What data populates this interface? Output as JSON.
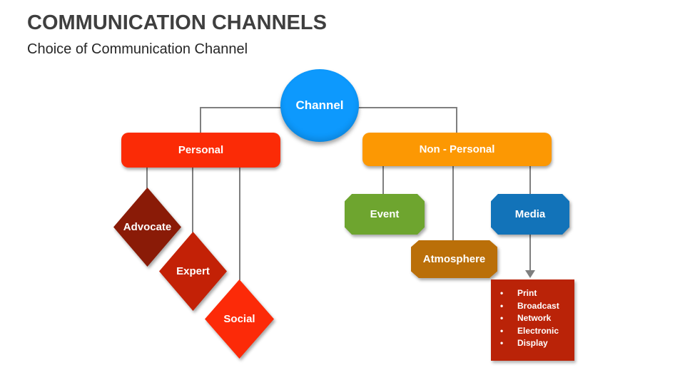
{
  "header": {
    "title": "COMMUNICATION CHANNELS",
    "subtitle": "Choice of Communication Channel"
  },
  "nodes": {
    "channel": {
      "label": "Channel",
      "color": "#0d99fd"
    },
    "personal": {
      "label": "Personal",
      "color": "#fb2b06"
    },
    "non_personal": {
      "label": "Non - Personal",
      "color": "#fc9803"
    },
    "advocate": {
      "label": "Advocate",
      "color": "#8a1b07"
    },
    "expert": {
      "label": "Expert",
      "color": "#c32106"
    },
    "social": {
      "label": "Social",
      "color": "#fc2a08"
    },
    "event": {
      "label": "Event",
      "color": "#6ea52f"
    },
    "atmosphere": {
      "label": "Atmosphere",
      "color": "#ba6f09"
    },
    "media": {
      "label": "Media",
      "color": "#1273b9"
    }
  },
  "media_box": {
    "color": "#ba2308",
    "items": [
      "Print",
      "Broadcast",
      "Network",
      "Electronic",
      "Display"
    ]
  },
  "connector_color": "#7f7f7f"
}
